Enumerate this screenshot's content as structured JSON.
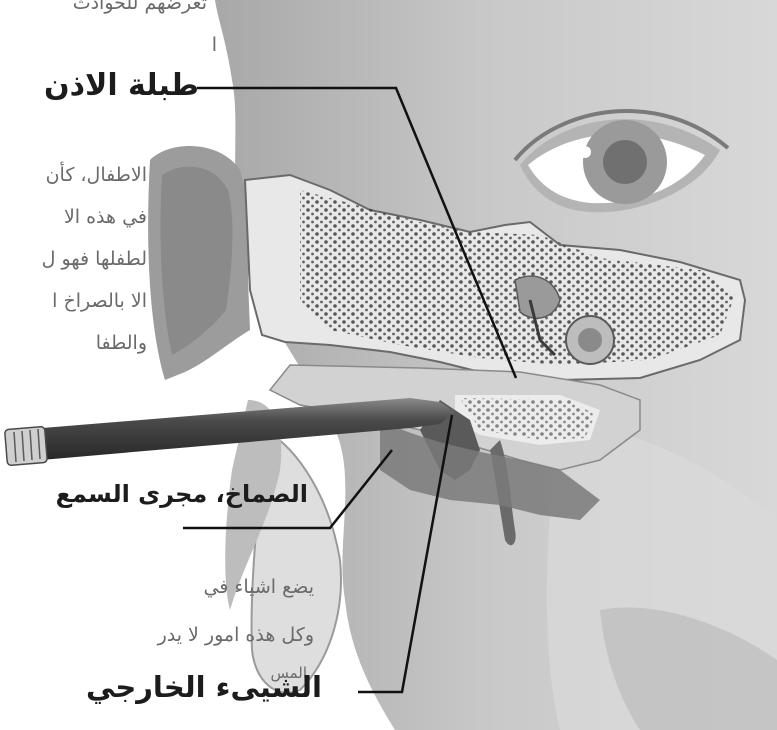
{
  "labels": {
    "eardrum": "طبلة الاذن",
    "ear_canal": "الصماخ، مجرى السمع",
    "foreign_object": "الشيىء الخارجي"
  },
  "paragraph_fragments": {
    "top": [
      "تعرضهم للحوادث",
      "ا"
    ],
    "middle": [
      "الاطفال، كأن",
      "في هذه الا",
      "لطفلها فهو ل",
      "الا بالصراخ ا",
      "والطفا"
    ],
    "bottom": [
      "يضع اشياء في",
      "وكل هذه امور لا يدر",
      "المس"
    ]
  },
  "colors": {
    "background": "#ffffff",
    "label_text": "#1c1c1c",
    "body_text": "#6a6a6a",
    "leader_line": "#111111"
  }
}
